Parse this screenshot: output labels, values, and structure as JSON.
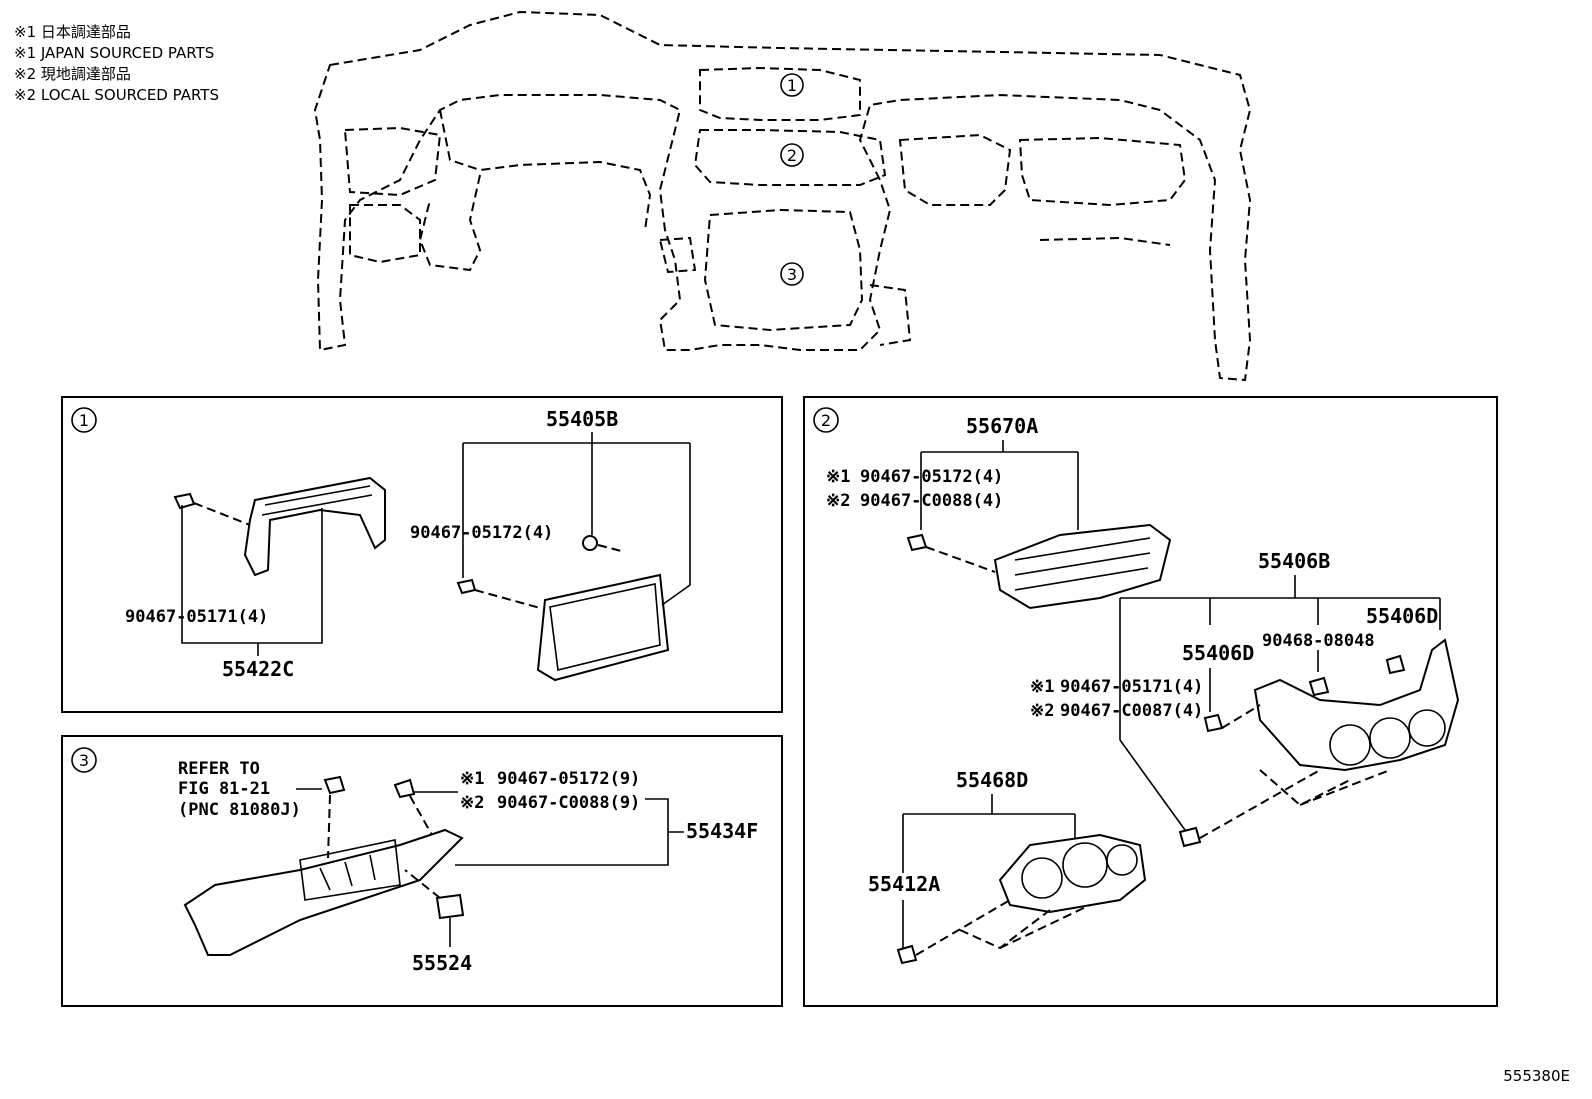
{
  "legend": {
    "line1": "※1 日本調達部品",
    "line2": "※1 JAPAN SOURCED PARTS",
    "line3": "※2 現地調達部品",
    "line4": "※2 LOCAL SOURCED PARTS"
  },
  "overview": {
    "callout1": "1",
    "callout2": "2",
    "callout3": "3"
  },
  "panel1": {
    "number": "1",
    "part_55405B": "55405B",
    "part_90467_05172": "90467-05172(4)",
    "part_90467_05171": "90467-05171(4)",
    "part_55422C": "55422C"
  },
  "panel2": {
    "number": "2",
    "part_55670A": "55670A",
    "note1_marker": "※1",
    "note1_part": "90467-05172(4)",
    "note2_marker": "※2",
    "note2_part": "90467-C0088(4)",
    "part_55406B": "55406B",
    "part_55406D_right": "55406D",
    "part_90468_08048": "90468-08048",
    "part_55406D_left": "55406D",
    "note3_marker": "※1",
    "note3_part": "90467-05171(4)",
    "note4_marker": "※2",
    "note4_part": "90467-C0087(4)",
    "part_55468D": "55468D",
    "part_55412A": "55412A"
  },
  "panel3": {
    "number": "3",
    "refer_line1": "REFER TO",
    "refer_line2": "FIG 81-21",
    "refer_line3": "(PNC 81080J)",
    "note1_marker": "※1",
    "note1_part": "90467-05172(9)",
    "note2_marker": "※2",
    "note2_part": "90467-C0088(9)",
    "part_55434F": "55434F",
    "part_55524": "55524"
  },
  "figure_id": "555380E"
}
